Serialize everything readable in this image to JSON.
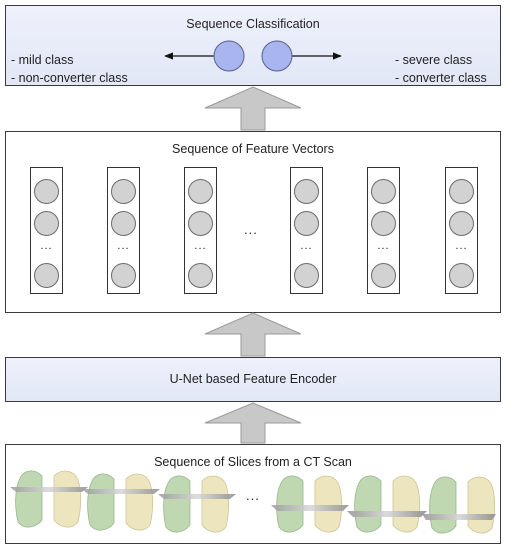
{
  "classification": {
    "title": "Sequence Classification",
    "left_classes": [
      "- mild class",
      "- non-converter class"
    ],
    "right_classes": [
      "- severe class",
      "- converter class"
    ],
    "node_color": "#a9b5ef"
  },
  "feature_vectors": {
    "title": "Sequence of Feature Vectors",
    "column_ellipsis": "...",
    "gap_ellipsis": "...",
    "columns": 6
  },
  "encoder": {
    "title": "U-Net based Feature Encoder"
  },
  "slices": {
    "title": "Sequence of Slices from a CT Scan",
    "gap_ellipsis": "..."
  },
  "colors": {
    "border": "#3a3a3a",
    "shaded_box": "#e6eaf8",
    "arrow_fill": "#c8c8c8",
    "lung_green": "#b9d4a9",
    "lung_yellow": "#ece3b6"
  }
}
